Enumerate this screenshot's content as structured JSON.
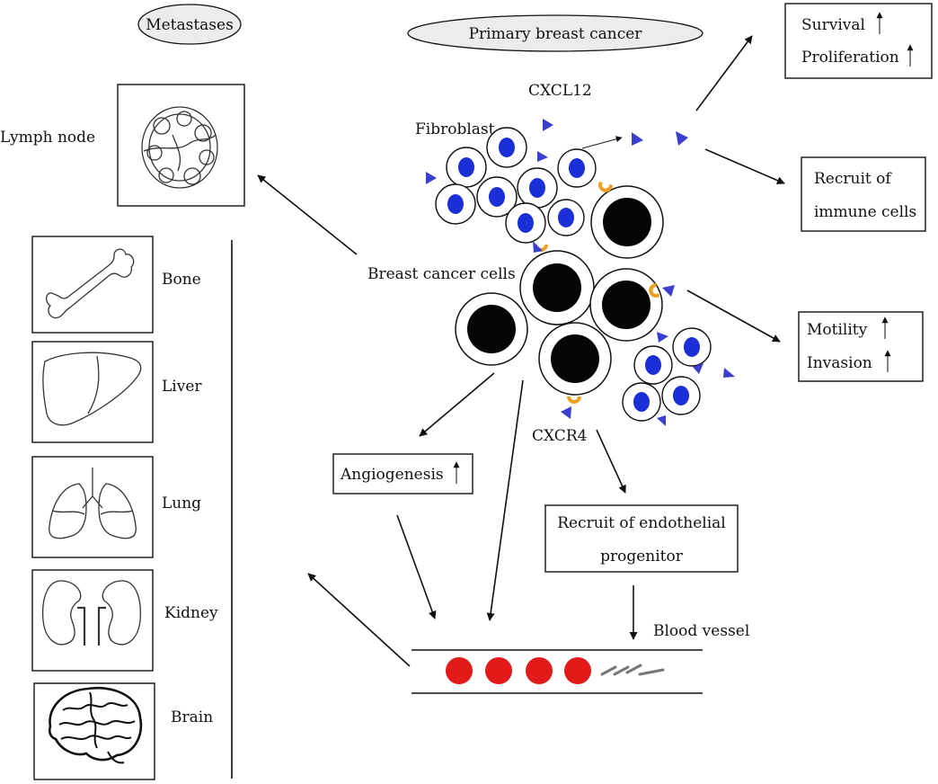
{
  "headers": {
    "metastases": "Metastases",
    "primary": "Primary breast cancer"
  },
  "labels": {
    "cxcl12": "CXCL12",
    "cxcr4": "CXCR4",
    "fibroblast": "Fibroblast",
    "breast_cancer_cells": "Breast cancer cells",
    "blood_vessel": "Blood vessel",
    "lymph_node": "Lymph node"
  },
  "organs": [
    {
      "name": "Bone",
      "icon": "bone-icon"
    },
    {
      "name": "Liver",
      "icon": "liver-icon"
    },
    {
      "name": "Lung",
      "icon": "lung-icon"
    },
    {
      "name": "Kidney",
      "icon": "kidney-icon"
    },
    {
      "name": "Brain",
      "icon": "brain-icon"
    }
  ],
  "effects": {
    "survival": "Survival",
    "proliferation": "Proliferation",
    "recruit_immune_line1": "Recruit of",
    "recruit_immune_line2": "immune cells",
    "motility": "Motility",
    "invasion": "Invasion",
    "angiogenesis": "Angiogenesis",
    "endothelial_line1": "Recruit of endothelial",
    "endothelial_line2": "progenitor"
  },
  "colors": {
    "nucleus_blue": "#1a2fd6",
    "ligand_blue": "#3a3fd0",
    "receptor_orange": "#f0a020",
    "blood_red": "#e21a1a",
    "tumor_black": "#050505"
  }
}
